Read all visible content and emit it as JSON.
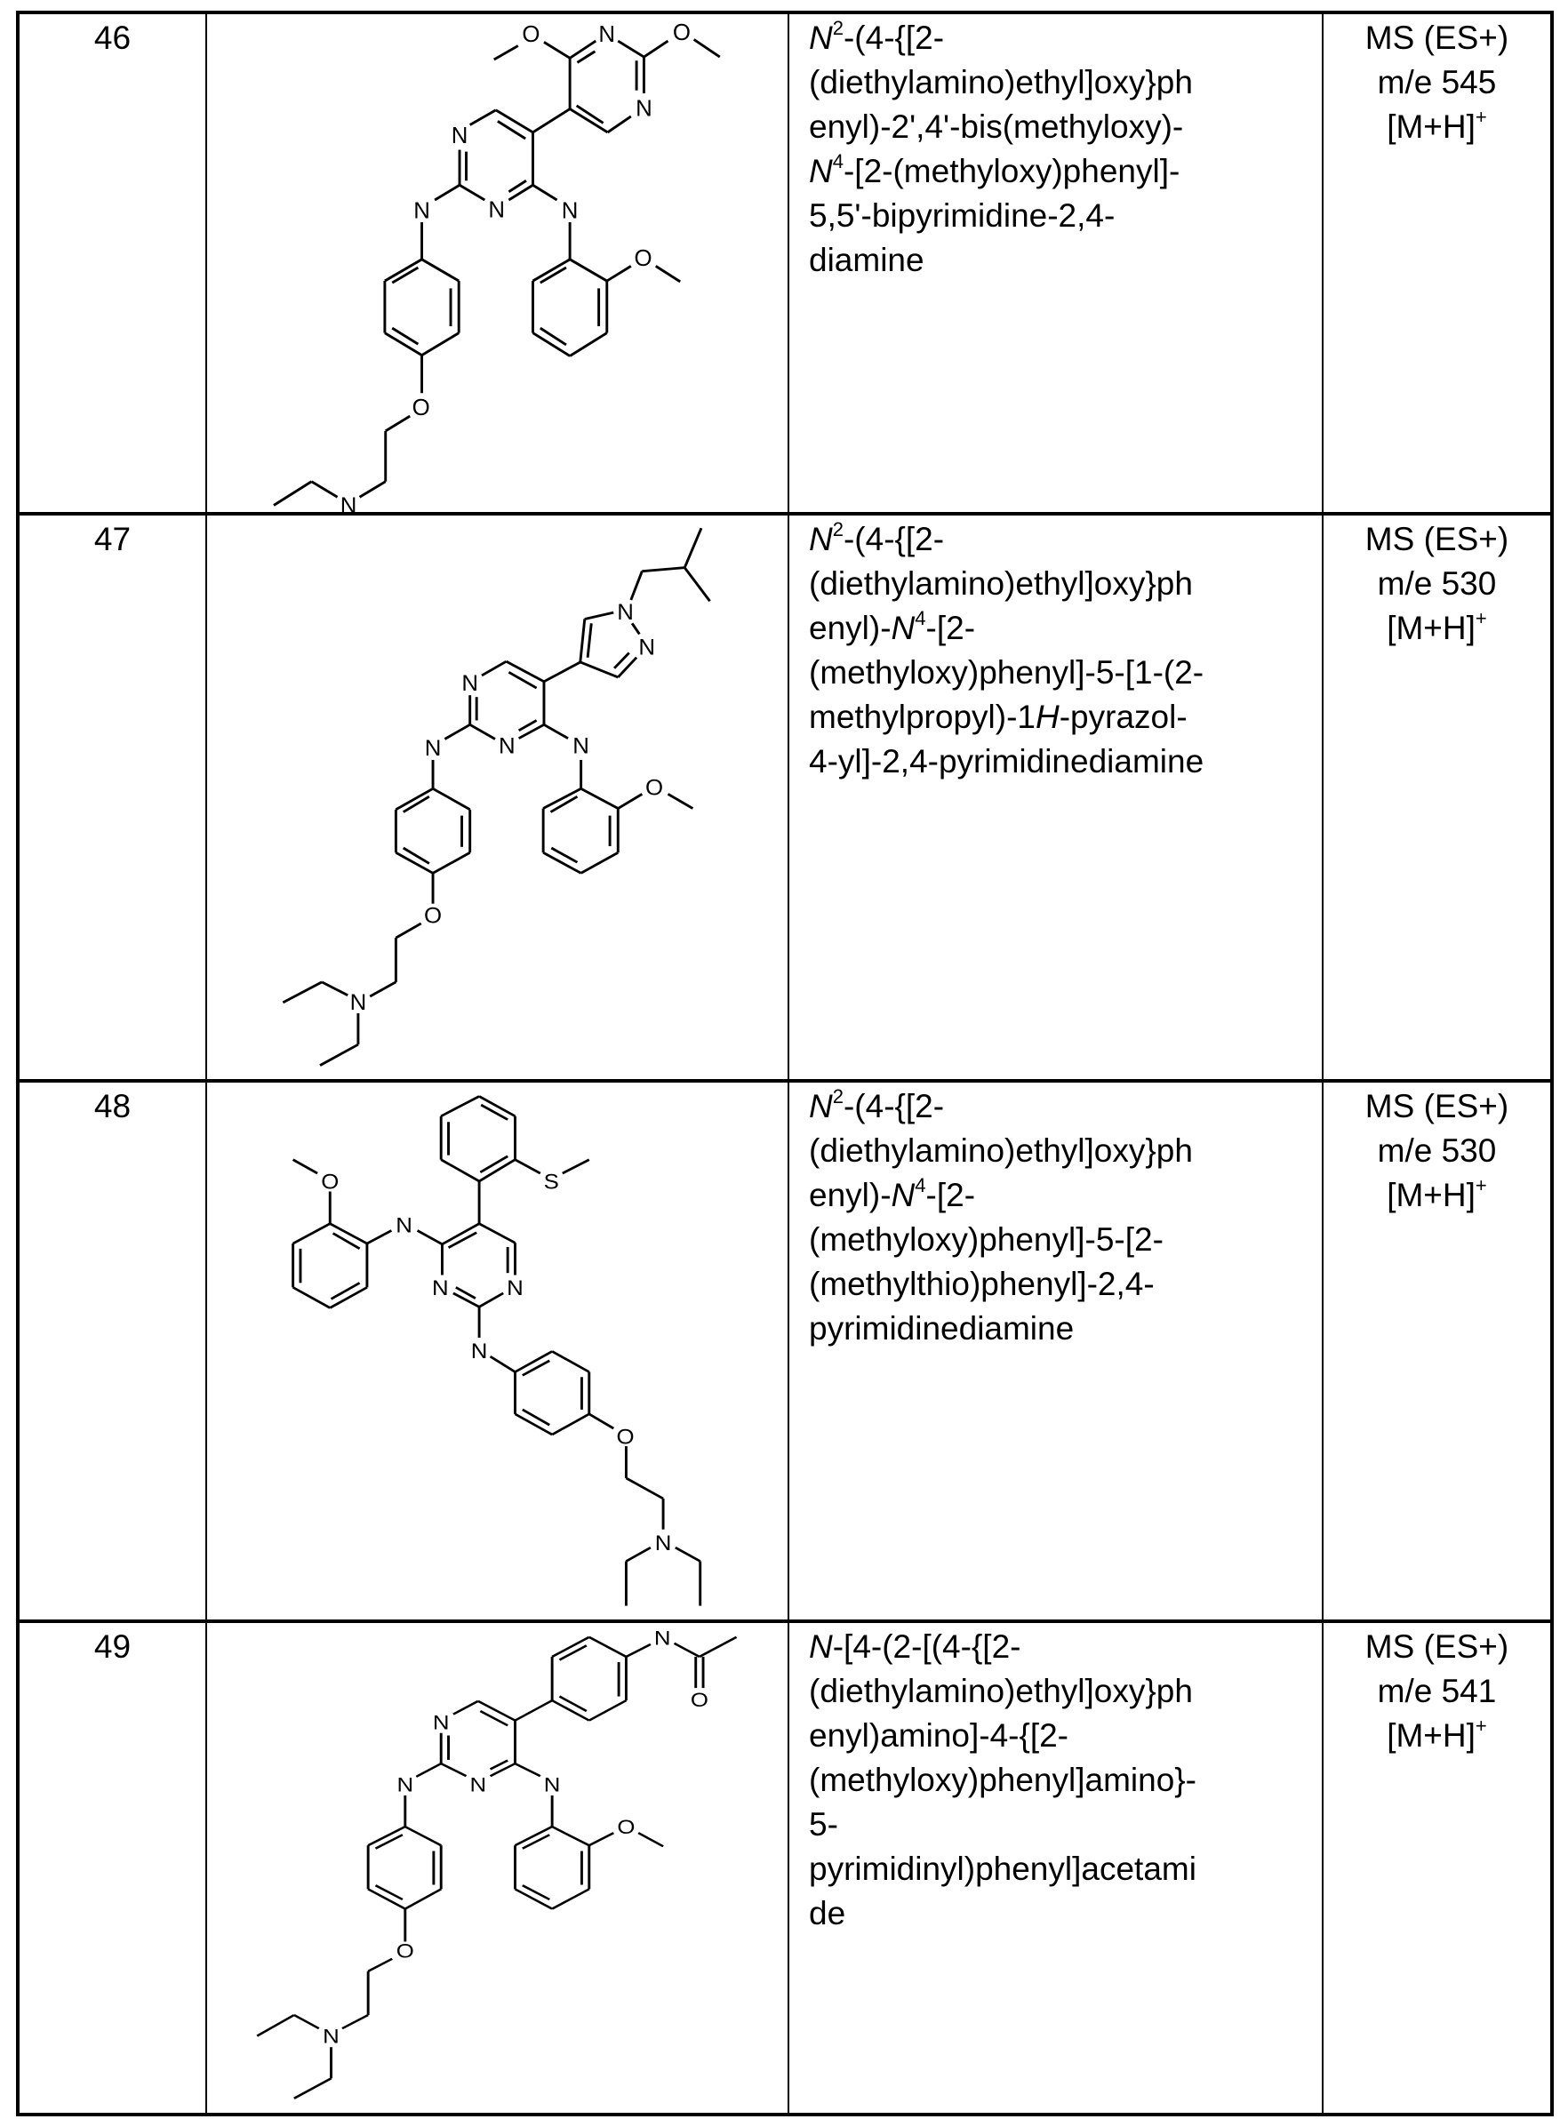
{
  "table": {
    "rows": [
      {
        "example_no": "46",
        "name_lines": [
          {
            "parts": [
              {
                "t": "N",
                "i": true
              },
              {
                "t": "2",
                "sup": true
              },
              {
                "t": "-(4-{[2-"
              }
            ]
          },
          {
            "parts": [
              {
                "t": "(diethylamino)ethyl]oxy}ph"
              }
            ]
          },
          {
            "parts": [
              {
                "t": "enyl)-2',4'-bis(methyloxy)-"
              }
            ]
          },
          {
            "parts": [
              {
                "t": "N",
                "i": true
              },
              {
                "t": "4",
                "sup": true
              },
              {
                "t": "-[2-(methyloxy)phenyl]-"
              }
            ]
          },
          {
            "parts": [
              {
                "t": "5,5'-bipyrimidine-2,4-"
              }
            ]
          },
          {
            "parts": [
              {
                "t": "diamine"
              }
            ]
          }
        ],
        "name": "N2-(4-{[2-(diethylamino)ethyl]oxy}phenyl)-2',4'-bis(methyloxy)-N4-[2-(methyloxy)phenyl]-5,5'-bipyrimidine-2,4-diamine",
        "ms": {
          "line1": "MS (ES+)",
          "line2": "m/e 545",
          "line3": "[M+H]",
          "charge": "+"
        },
        "structure_icon": "chemical-structure-46"
      },
      {
        "example_no": "47",
        "name_lines": [
          {
            "parts": [
              {
                "t": "N",
                "i": true
              },
              {
                "t": "2",
                "sup": true
              },
              {
                "t": "-(4-{[2-"
              }
            ]
          },
          {
            "parts": [
              {
                "t": "(diethylamino)ethyl]oxy}ph"
              }
            ]
          },
          {
            "parts": [
              {
                "t": "enyl)-"
              },
              {
                "t": "N",
                "i": true
              },
              {
                "t": "4",
                "sup": true
              },
              {
                "t": "-[2-"
              }
            ]
          },
          {
            "parts": [
              {
                "t": "(methyloxy)phenyl]-5-[1-(2-"
              }
            ]
          },
          {
            "parts": [
              {
                "t": "methylpropyl)-1"
              },
              {
                "t": "H",
                "i": true
              },
              {
                "t": "-pyrazol-"
              }
            ]
          },
          {
            "parts": [
              {
                "t": "4-yl]-2,4-pyrimidinediamine"
              }
            ]
          }
        ],
        "name": "N2-(4-{[2-(diethylamino)ethyl]oxy}phenyl)-N4-[2-(methyloxy)phenyl]-5-[1-(2-methylpropyl)-1H-pyrazol-4-yl]-2,4-pyrimidinediamine",
        "ms": {
          "line1": "MS (ES+)",
          "line2": "m/e 530",
          "line3": "[M+H]",
          "charge": "+"
        },
        "structure_icon": "chemical-structure-47"
      },
      {
        "example_no": "48",
        "name_lines": [
          {
            "parts": [
              {
                "t": "N",
                "i": true
              },
              {
                "t": "2",
                "sup": true
              },
              {
                "t": "-(4-{[2-"
              }
            ]
          },
          {
            "parts": [
              {
                "t": "(diethylamino)ethyl]oxy}ph"
              }
            ]
          },
          {
            "parts": [
              {
                "t": "enyl)-"
              },
              {
                "t": "N",
                "i": true
              },
              {
                "t": "4",
                "sup": true
              },
              {
                "t": "-[2-"
              }
            ]
          },
          {
            "parts": [
              {
                "t": "(methyloxy)phenyl]-5-[2-"
              }
            ]
          },
          {
            "parts": [
              {
                "t": "(methylthio)phenyl]-2,4-"
              }
            ]
          },
          {
            "parts": [
              {
                "t": "pyrimidinediamine"
              }
            ]
          }
        ],
        "name": "N2-(4-{[2-(diethylamino)ethyl]oxy}phenyl)-N4-[2-(methyloxy)phenyl]-5-[2-(methylthio)phenyl]-2,4-pyrimidinediamine",
        "ms": {
          "line1": "MS (ES+)",
          "line2": "m/e 530",
          "line3": "[M+H]",
          "charge": "+"
        },
        "structure_icon": "chemical-structure-48"
      },
      {
        "example_no": "49",
        "name_lines": [
          {
            "parts": [
              {
                "t": "N",
                "i": true
              },
              {
                "t": "-[4-(2-[(4-{[2-"
              }
            ]
          },
          {
            "parts": [
              {
                "t": "(diethylamino)ethyl]oxy}ph"
              }
            ]
          },
          {
            "parts": [
              {
                "t": "enyl)amino]-4-{[2-"
              }
            ]
          },
          {
            "parts": [
              {
                "t": "(methyloxy)phenyl]amino}-"
              }
            ]
          },
          {
            "parts": [
              {
                "t": "5-"
              }
            ]
          },
          {
            "parts": [
              {
                "t": "pyrimidinyl)phenyl]acetami"
              }
            ]
          },
          {
            "parts": [
              {
                "t": "de"
              }
            ]
          }
        ],
        "name": "N-[4-(2-[(4-{[2-(diethylamino)ethyl]oxy}phenyl)amino]-4-{[2-(methyloxy)phenyl]amino}-5-pyrimidinyl)phenyl]acetamide",
        "ms": {
          "line1": "MS (ES+)",
          "line2": "m/e 541",
          "line3": "[M+H]",
          "charge": "+"
        },
        "structure_icon": "chemical-structure-49"
      }
    ]
  },
  "atom_labels": {
    "N": "N",
    "O": "O",
    "S": "S"
  }
}
